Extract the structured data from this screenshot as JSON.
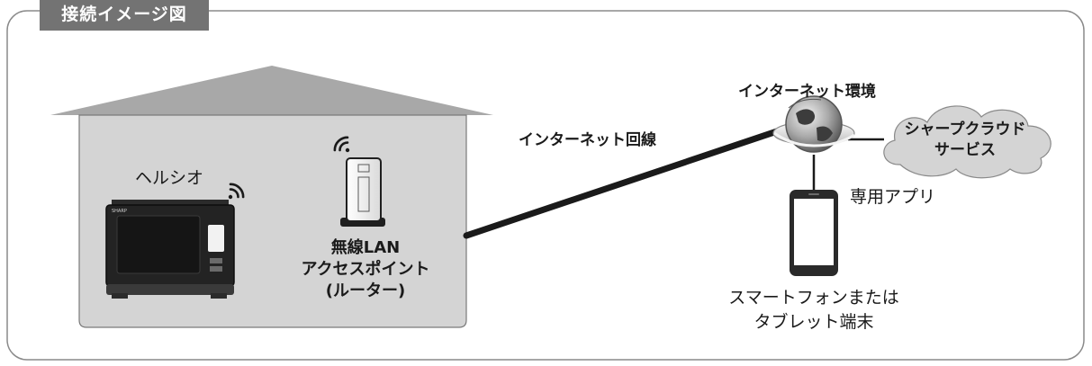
{
  "title": "接続イメージ図",
  "labels": {
    "healsio": "ヘルシオ",
    "router_line1": "無線LAN",
    "router_line2": "アクセスポイント",
    "router_line3": "(ルーター)",
    "internet_line": "インターネット回線",
    "internet_env": "インターネット環境",
    "cloud_line1": "シャープクラウド",
    "cloud_line2": "サービス",
    "app": "専用アプリ",
    "phone_line1": "スマートフォンまたは",
    "phone_line2": "タブレット端末"
  },
  "icons": {
    "appliance_wifi": "wifi-icon",
    "router_wifi": "wifi-icon",
    "globe": "globe-icon",
    "cloud": "cloud-icon"
  },
  "colors": {
    "title_bg": "#737373",
    "house_fill": "#d4d4d4",
    "house_roof": "#a8a8a8",
    "cloud_fill": "#d4d4d4",
    "connector": "#1a1a1a"
  }
}
